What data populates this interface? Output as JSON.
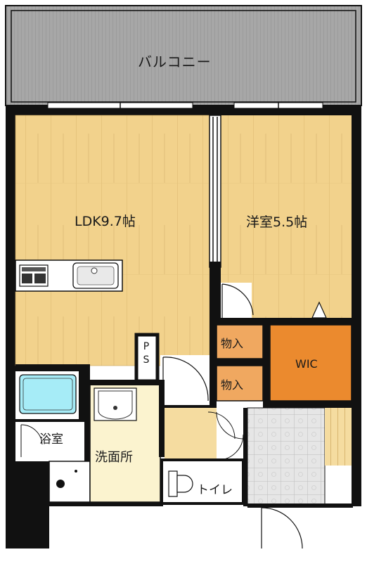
{
  "floorplan": {
    "rooms": {
      "balcony": "バルコニー",
      "ldk": "LDK9.7帖",
      "western_room": "洋室5.5帖",
      "storage_1": "物入",
      "storage_2": "物入",
      "walk_in_closet": "WIC",
      "bathroom": "浴室",
      "washroom": "洗面所",
      "toilet": "トイレ",
      "pipe_space": "PS"
    },
    "colors": {
      "floor_wood": "#f2d28c",
      "balcony": "#a7a7a7",
      "walls": "#111111",
      "wic": "#eb8a2e",
      "wet_area": "#fbf3cf",
      "entrance_tile": "#e4e4e4",
      "bathtub": "#a6ecf7"
    }
  }
}
